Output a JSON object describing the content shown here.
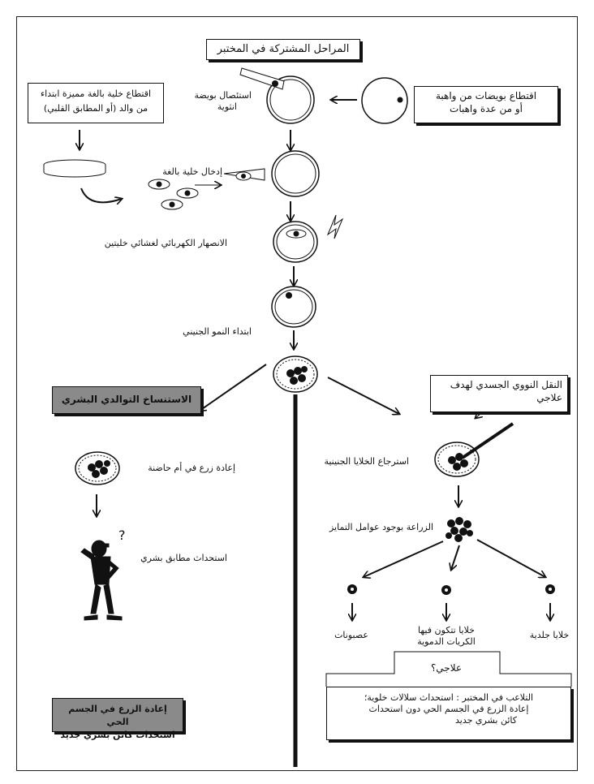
{
  "top_title": "المراحل المشتركة في المختبر",
  "donor_box": {
    "line1": "اقتطاع بويضات من واهبة",
    "line2": "أو من عدة واهبات"
  },
  "enucleation": {
    "line1": "استئصال بويضة",
    "line2": "انثوية"
  },
  "adult_cell_box": {
    "line1": "اقتطاع خلية بالغة مميزة ابتداء",
    "line2": "من والد (أو المطابق القلبي)"
  },
  "insert_cell": "إدخال خلية بالغة",
  "fusion": "الانصهار الكهربائي لغشائي خليتين",
  "embryo_start": "ابتداء النمو الجنيني",
  "reproductive_box": "الاستنساخ التوالدي البشري",
  "therapeutic_box": {
    "line1": "النقل النووي الجسدي لهدف",
    "line2": "علاجي"
  },
  "reimplant": "إعادة زرع في أم حاضنة",
  "human_copy": "استحداث مطابق بشري",
  "retrieve_stem": "استرجاع الخلايا الجنينية",
  "culture": "الزراعة بوجود عوامل التمايز",
  "neurons": "عصبونات",
  "blood_cells": {
    "line1": "خلايا تتكون فيها",
    "line2": "الكريات الدموية"
  },
  "skin_cells": "خلايا جلدية",
  "therapeutic_q": "علاجي؟",
  "bottom_right_box": {
    "line1": "التلاعب في المختبر : استحداث سلالات خلوية؛",
    "line2": "إعادة الزرع في الجسم الحي دون استحداث",
    "line3": "كائن بشري جديد"
  },
  "bottom_left_box": {
    "line1": "إعادة الزرع في الجسم الحي",
    "line2": "استحداث كائن بشري جديد"
  }
}
